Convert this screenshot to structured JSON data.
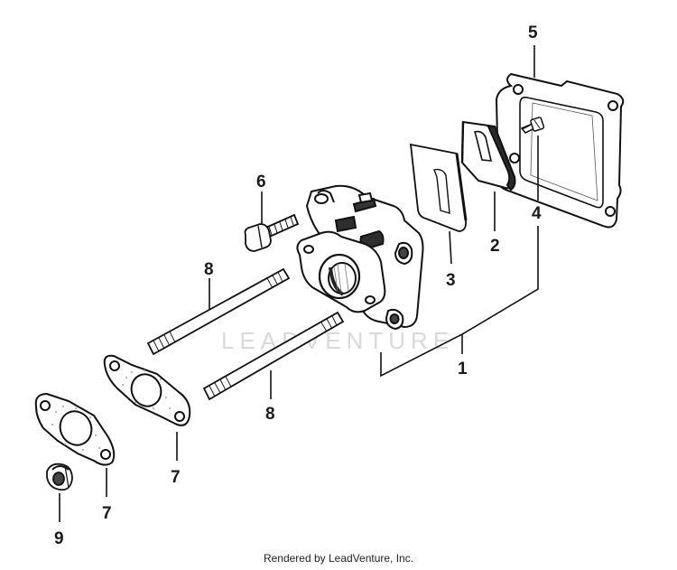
{
  "watermark": "LEADVENTURE",
  "footer": "Rendered by LeadVenture, Inc.",
  "callouts": {
    "c1": "1",
    "c2": "2",
    "c3": "3",
    "c4": "4",
    "c5": "5",
    "c6": "6",
    "c7a": "7",
    "c7b": "7",
    "c8a": "8",
    "c8b": "8",
    "c9": "9"
  }
}
